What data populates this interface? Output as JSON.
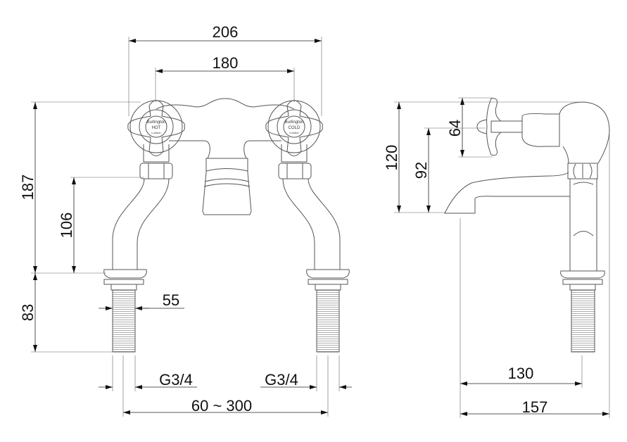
{
  "front_view": {
    "dims": {
      "overall_width": "206",
      "handle_centers": "180",
      "height_total": "187",
      "height_to_base": "106",
      "shank_length": "83",
      "shank_diameter": "55",
      "thread_left": "G3/4",
      "thread_right": "G3/4",
      "centers_range": "60 ~ 300"
    },
    "handle_labels": {
      "left": "HOT",
      "right": "COLD",
      "brand": "Burlington",
      "sub": "London"
    }
  },
  "side_view": {
    "dims": {
      "handle_height": "120",
      "spout_height": "92",
      "handle_diameter": "64",
      "spout_reach": "130",
      "overall_depth": "157"
    }
  }
}
